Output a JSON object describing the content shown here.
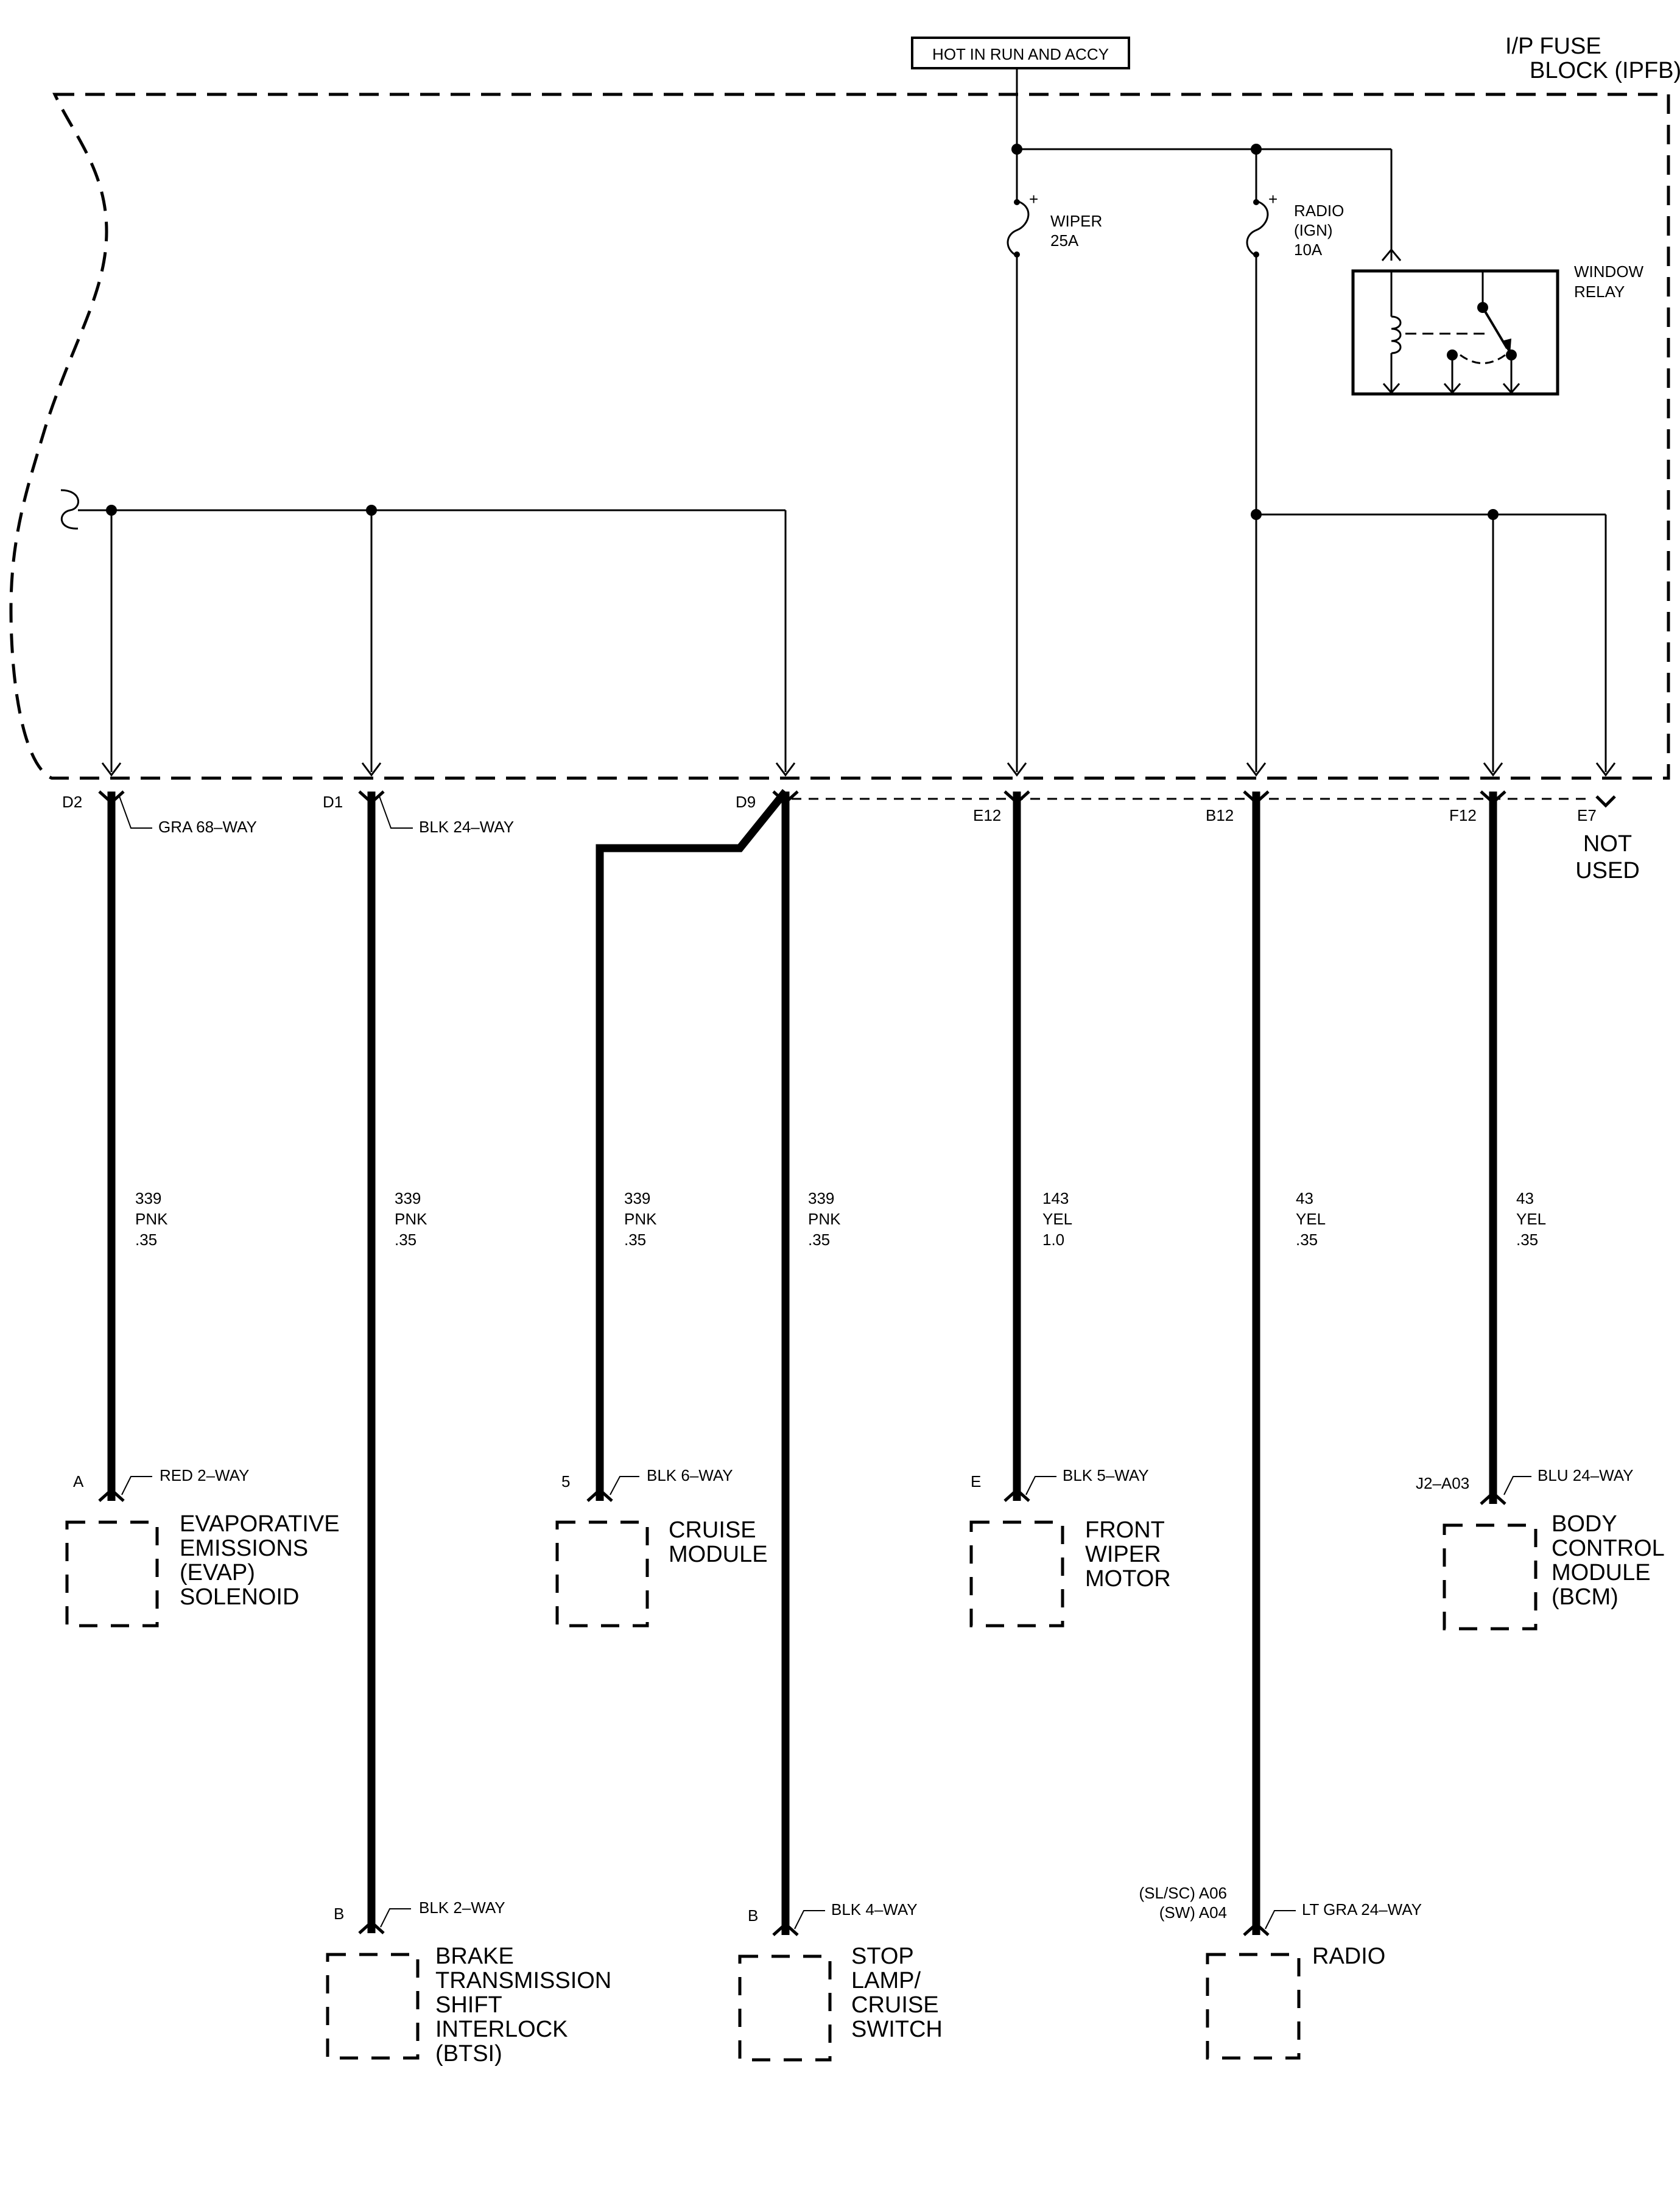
{
  "header": {
    "power_label": "HOT IN RUN AND ACCY",
    "block_name": [
      "I/P FUSE",
      "BLOCK (IPFB)"
    ]
  },
  "fuses": {
    "wiper": {
      "name": "WIPER",
      "rating": "25A",
      "polarity": "+"
    },
    "radio": {
      "name": "RADIO",
      "sub": "(IGN)",
      "rating": "10A",
      "polarity": "+"
    }
  },
  "relay": {
    "name": [
      "WINDOW",
      "RELAY"
    ]
  },
  "terminals": {
    "d2": {
      "pin": "D2",
      "connector": "GRA 68–WAY"
    },
    "d1": {
      "pin": "D1",
      "connector": "BLK 24–WAY"
    },
    "d9": {
      "pin": "D9"
    },
    "e12": {
      "pin": "E12"
    },
    "b12": {
      "pin": "B12"
    },
    "f12": {
      "pin": "F12"
    },
    "e7": {
      "pin": "E7",
      "note": [
        "NOT",
        "USED"
      ]
    }
  },
  "wires": {
    "w_evap": [
      "339",
      "PNK",
      ".35"
    ],
    "w_btsi": [
      "339",
      "PNK",
      ".35"
    ],
    "w_cruise": [
      "339",
      "PNK",
      ".35"
    ],
    "w_stop": [
      "339",
      "PNK",
      ".35"
    ],
    "w_wiper": [
      "143",
      "YEL",
      "1.0"
    ],
    "w_radio": [
      "43",
      "YEL",
      ".35"
    ],
    "w_bcm": [
      "43",
      "YEL",
      ".35"
    ]
  },
  "components": {
    "evap": {
      "pin": "A",
      "connector": "RED 2–WAY",
      "name": [
        "EVAPORATIVE",
        "EMISSIONS",
        "(EVAP)",
        "SOLENOID"
      ]
    },
    "cruise": {
      "pin": "5",
      "connector": "BLK 6–WAY",
      "name": [
        "CRUISE",
        "MODULE"
      ]
    },
    "wiper_motor": {
      "pin": "E",
      "connector": "BLK 5–WAY",
      "name": [
        "FRONT",
        "WIPER",
        "MOTOR"
      ]
    },
    "bcm": {
      "pin": "J2–A03",
      "connector": "BLU 24–WAY",
      "name": [
        "BODY",
        "CONTROL",
        "MODULE",
        "(BCM)"
      ]
    },
    "btsi": {
      "pin": "B",
      "connector": "BLK 2–WAY",
      "name": [
        "BRAKE",
        "TRANSMISSION",
        "SHIFT",
        "INTERLOCK",
        "(BTSI)"
      ]
    },
    "stop": {
      "pin": "B",
      "connector": "BLK 4–WAY",
      "name": [
        "STOP",
        "LAMP/",
        "CRUISE",
        "SWITCH"
      ]
    },
    "radio": {
      "pin": [
        "(SL/SC) A06",
        "(SW) A04"
      ],
      "connector": "LT GRA 24–WAY",
      "name": [
        "RADIO"
      ]
    }
  }
}
